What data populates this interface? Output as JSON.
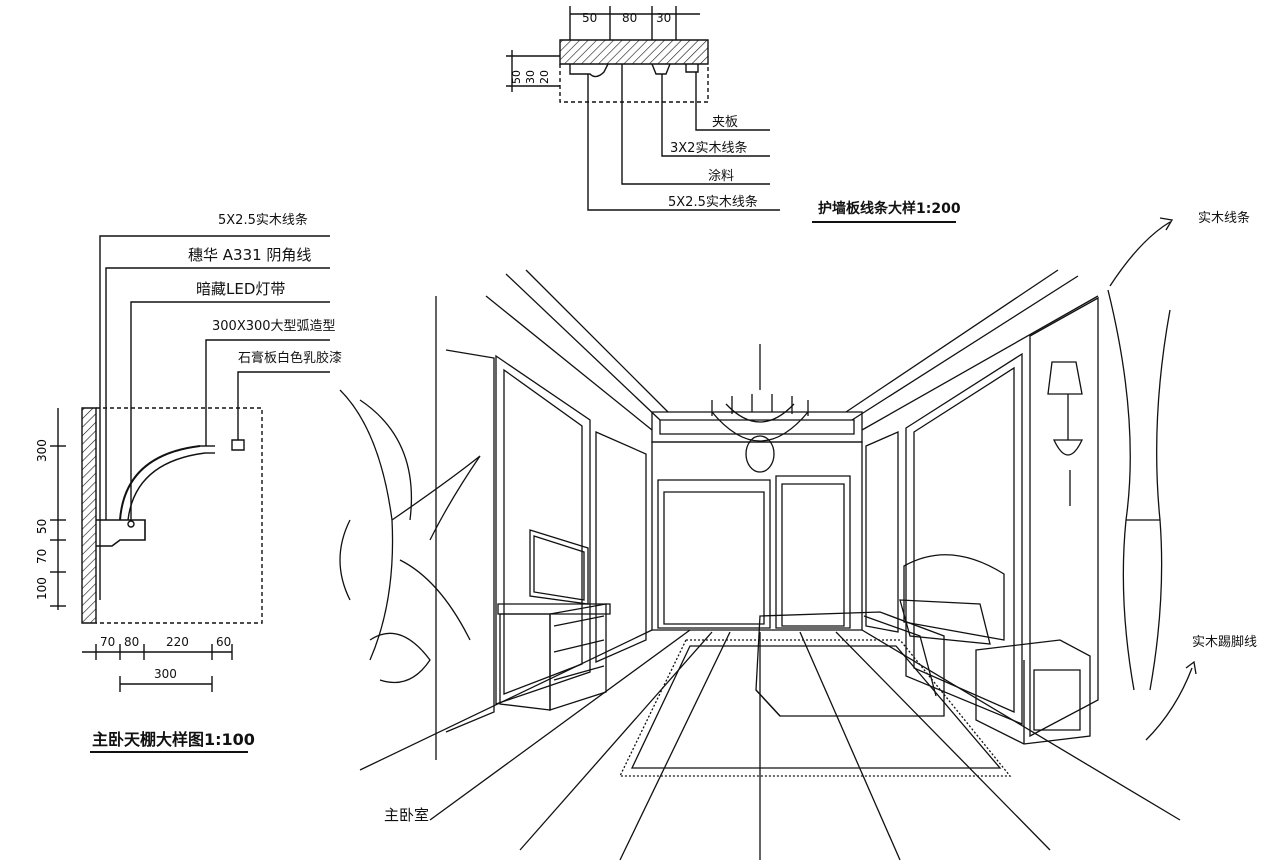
{
  "ceiling_detail": {
    "title": "主卧天棚大样图1:100",
    "callouts": [
      "5X2.5实木线条",
      "穗华 A331 阴角线",
      "暗藏LED灯带",
      "300X300大型弧造型",
      "石膏板白色乳胶漆"
    ],
    "vertical_dims": [
      "300",
      "50",
      "70",
      "100"
    ],
    "horizontal_dims": [
      "70",
      "80",
      "220",
      "60"
    ],
    "total_dim": "300"
  },
  "wall_panel_detail": {
    "title": "护墙板线条大样1:200",
    "top_dims": [
      "50",
      "80",
      "30"
    ],
    "left_dims": [
      "50",
      "30",
      "20"
    ],
    "callouts": [
      "夹板",
      "3X2实木线条",
      "涂料",
      "5X2.5实木线条"
    ]
  },
  "room_perspective": {
    "caption": "主卧室",
    "callouts": [
      "实木线条",
      "实木踢脚线"
    ]
  }
}
